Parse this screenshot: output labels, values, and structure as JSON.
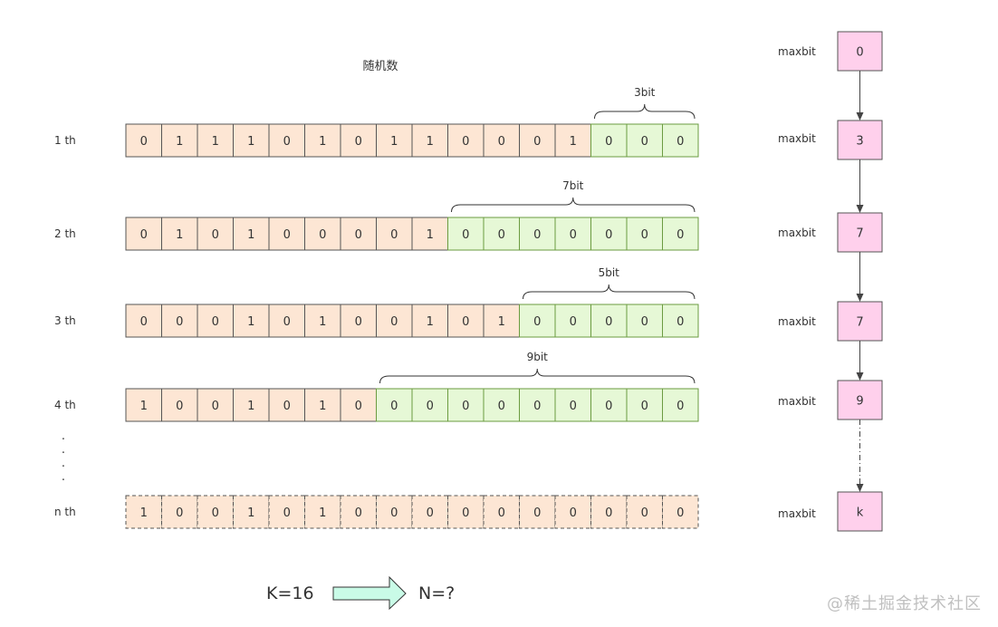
{
  "title": "随机数",
  "rows": [
    {
      "label": "1 th",
      "bits": [
        0,
        1,
        1,
        1,
        0,
        1,
        0,
        1,
        1,
        0,
        0,
        0,
        1,
        0,
        0,
        0
      ],
      "zeroRun": 3,
      "braceLabel": "3bit",
      "dashed": false
    },
    {
      "label": "2 th",
      "bits": [
        0,
        1,
        0,
        1,
        0,
        0,
        0,
        0,
        1,
        0,
        0,
        0,
        0,
        0,
        0,
        0
      ],
      "zeroRun": 7,
      "braceLabel": "7bit",
      "dashed": false
    },
    {
      "label": "3 th",
      "bits": [
        0,
        0,
        0,
        1,
        0,
        1,
        0,
        0,
        1,
        0,
        1,
        0,
        0,
        0,
        0,
        0
      ],
      "zeroRun": 5,
      "braceLabel": "5bit",
      "dashed": false
    },
    {
      "label": "4 th",
      "bits": [
        1,
        0,
        0,
        1,
        0,
        1,
        0,
        0,
        0,
        0,
        0,
        0,
        0,
        0,
        0,
        0
      ],
      "zeroRun": 9,
      "braceLabel": "9bit",
      "dashed": false
    },
    {
      "label": "n th",
      "bits": [
        1,
        0,
        0,
        1,
        0,
        1,
        0,
        0,
        0,
        0,
        0,
        0,
        0,
        0,
        0,
        0
      ],
      "zeroRun": 0,
      "braceLabel": "",
      "dashed": true
    }
  ],
  "ellipsis": ".",
  "maxbit": {
    "label": "maxbit",
    "values": [
      "0",
      "3",
      "7",
      "7",
      "9",
      "k"
    ]
  },
  "footer": {
    "left": "K=16",
    "right": "N=?"
  },
  "watermark": "@稀土掘金技术社区",
  "colors": {
    "bitFill": "#fde6d4",
    "zeroFill": "#e6f8d6",
    "zeroStroke": "#6b9b40",
    "boxStroke": "#555555",
    "maxbitFill": "#ffd0ec",
    "arrowFill": "#c9fbe7",
    "arrowStroke": "#333333"
  }
}
